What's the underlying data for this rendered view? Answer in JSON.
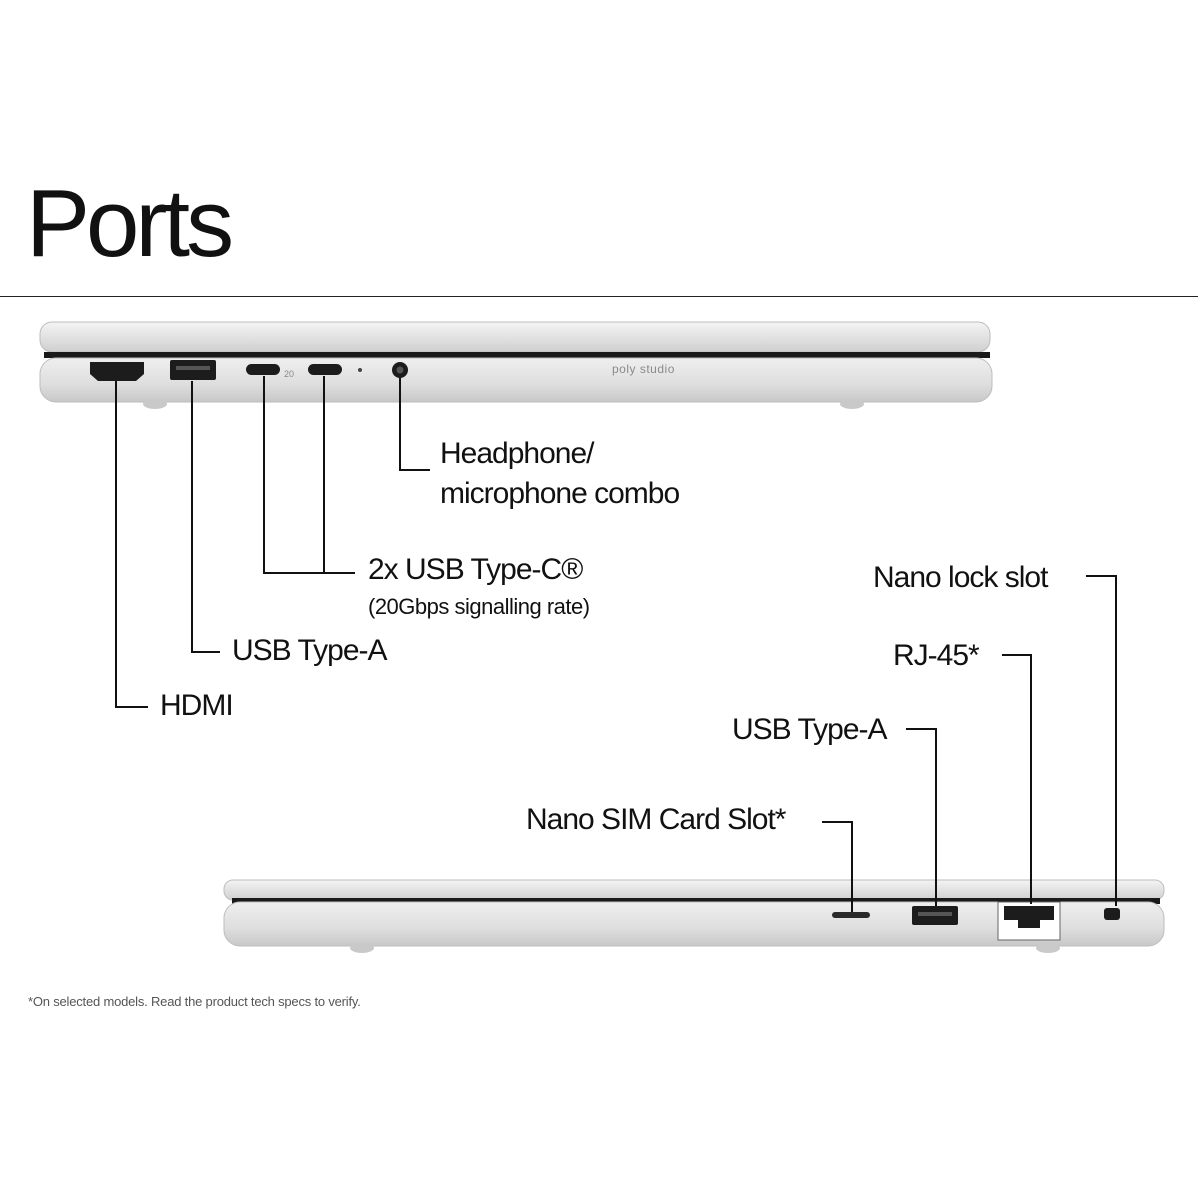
{
  "title": "Ports",
  "brand": "poly studio",
  "left_side": {
    "labels": {
      "headphone_line1": "Headphone/",
      "headphone_line2": "microphone combo",
      "usbc": "2x USB Type-C®",
      "usbc_sub": "(20Gbps signalling rate)",
      "usba": "USB Type-A",
      "hdmi": "HDMI"
    }
  },
  "right_side": {
    "labels": {
      "nano_lock": "Nano lock slot",
      "rj45": "RJ-45*",
      "usba": "USB Type-A",
      "sim": "Nano SIM Card Slot*"
    }
  },
  "footnote": "*On selected models. Read the product tech specs to verify."
}
